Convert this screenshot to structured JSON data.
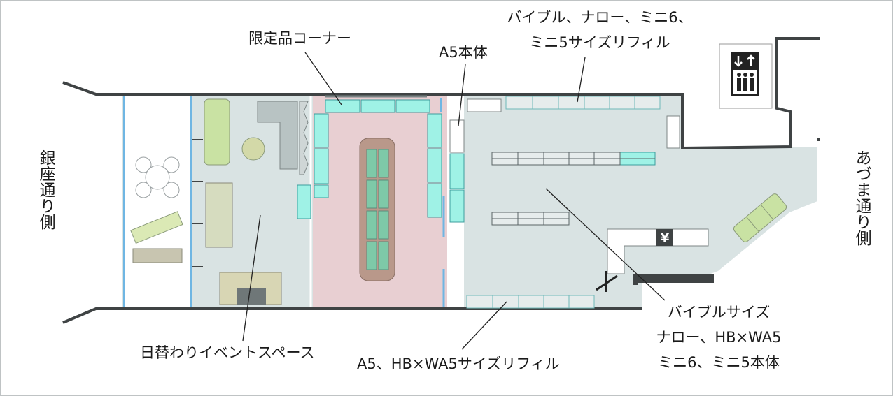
{
  "sides": {
    "left": "銀座通り側",
    "right": "あづま通り側"
  },
  "labels": {
    "limited_corner": "限定品コーナー",
    "a5_body": "A5本体",
    "top_refill_line1": "バイブル、ナロー、ミニ6、",
    "top_refill_line2": "ミニ5サイズリフィル",
    "event_space": "日替わりイベントスペース",
    "bottom_refill": "A5、HB×WA5サイズリフィル",
    "body_line1": "バイブルサイズ",
    "body_line2": "ナロー、HB×WA5",
    "body_line3": "ミニ6、ミニ5本体"
  },
  "register_symbol": "¥",
  "icons": [
    "elevator-icon",
    "register-icon",
    "entrance-mark"
  ],
  "colors": {
    "floor": "#d9e3e3",
    "limited_zone": "#e8cfd2",
    "shelf": "#9ff2e6",
    "shelf_border": "#3d9d9d",
    "wall": "#3f4344",
    "glass": "#6fb6e3",
    "sofa": "#c9e2a3",
    "table_wood": "#b9988a"
  }
}
